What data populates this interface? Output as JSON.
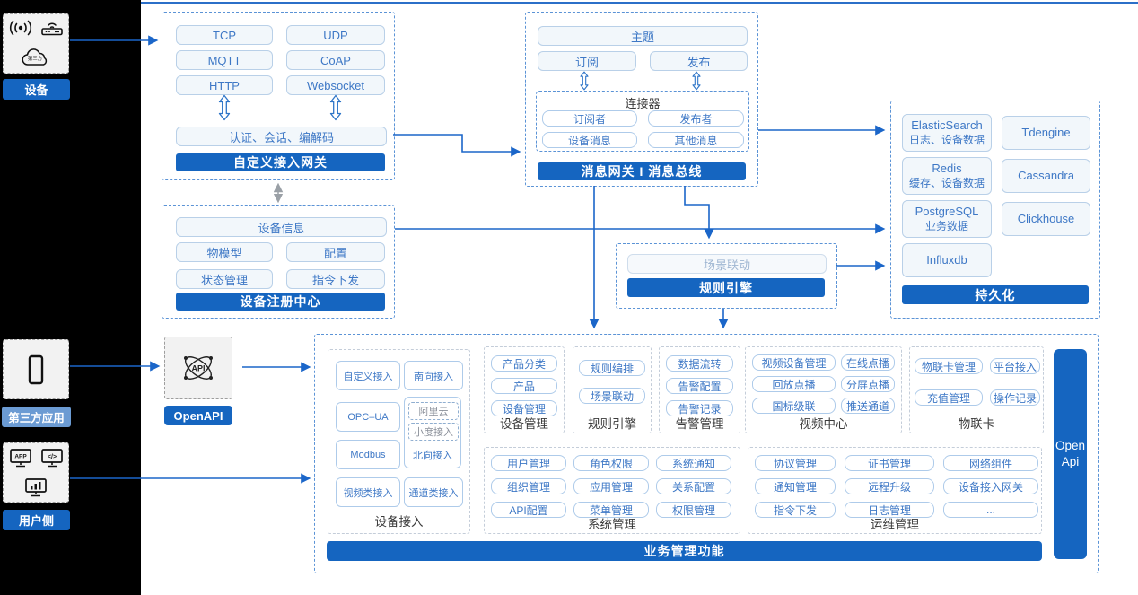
{
  "colors": {
    "bar_blue": "#1565C0",
    "light_pill_blue": "#6B9BD3",
    "arrow_blue": "#1B66C9",
    "dashed_border_blue": "#5B93D6",
    "chip_text_blue": "#3E78C6"
  },
  "left_rail": {
    "device": {
      "label": "设备",
      "cloud_text": "第三方",
      "icons": [
        "signal-icon",
        "router-icon",
        "cloud-icon"
      ]
    },
    "third_party": {
      "label": "第三方应用",
      "icons": [
        "phone-icon"
      ]
    },
    "user_side": {
      "label": "用户侧",
      "icons": [
        "app-window-icon",
        "code-window-icon",
        "chart-window-icon"
      ]
    },
    "openapi": {
      "label": "OpenAPI",
      "icons": [
        "api-network-icon"
      ]
    }
  },
  "gateway_block": {
    "protocols": [
      "TCP",
      "UDP",
      "MQTT",
      "CoAP",
      "HTTP",
      "Websocket"
    ],
    "auth": "认证、会话、编解码",
    "title": "自定义接入网关"
  },
  "message_block": {
    "topic": "主题",
    "subscribe": "订阅",
    "publish": "发布",
    "connector_title": "连接器",
    "connector_items": [
      "订阅者",
      "发布者",
      "设备消息",
      "其他消息"
    ],
    "title": "消息网关 I 消息总线"
  },
  "registry_block": {
    "info": "设备信息",
    "items": [
      "物模型",
      "配置",
      "状态管理",
      "指令下发"
    ],
    "title": "设备注册中心"
  },
  "rule_block": {
    "scene": "场景联动",
    "title": "规则引擎"
  },
  "persistence": {
    "title": "持久化",
    "items": [
      {
        "name": "ElasticSearch",
        "desc": "日志、设备数据"
      },
      {
        "name": "Tdengine",
        "desc": ""
      },
      {
        "name": "Redis",
        "desc": "缓存、设备数据"
      },
      {
        "name": "Cassandra",
        "desc": ""
      },
      {
        "name": "PostgreSQL",
        "desc": "业务数据"
      },
      {
        "name": "Clickhouse",
        "desc": ""
      },
      {
        "name": "Influxdb",
        "desc": ""
      }
    ]
  },
  "business": {
    "footer": "业务管理功能",
    "open_api": "Open Api",
    "device_access": {
      "label": "设备接入",
      "col1": [
        "自定义接入",
        "OPC–UA",
        "Modbus",
        "视频类接入"
      ],
      "south": "南向接入",
      "north_dashed": [
        "阿里云",
        "小度接入"
      ],
      "north_label": "北向接入",
      "channel": "通道类接入"
    },
    "device_mgmt": {
      "label": "设备管理",
      "items": [
        "产品分类",
        "产品",
        "设备管理"
      ]
    },
    "rule_engine": {
      "label": "规则引擎",
      "items": [
        "规则编排",
        "场景联动"
      ]
    },
    "alarm_mgmt": {
      "label": "告警管理",
      "items": [
        "数据流转",
        "告警配置",
        "告警记录"
      ]
    },
    "video_center": {
      "label": "视频中心",
      "items": [
        "视频设备管理",
        "在线点播",
        "回放点播",
        "分屏点播",
        "国标级联",
        "推送通道"
      ]
    },
    "iot_card": {
      "label": "物联卡",
      "items": [
        "物联卡管理",
        "平台接入",
        "充值管理",
        "操作记录"
      ]
    },
    "system_mgmt": {
      "label": "系统管理",
      "items": [
        "用户管理",
        "角色权限",
        "系统通知",
        "组织管理",
        "应用管理",
        "关系配置",
        "API配置",
        "菜单管理",
        "权限管理"
      ]
    },
    "ops_mgmt": {
      "label": "运维管理",
      "items": [
        "协议管理",
        "证书管理",
        "网络组件",
        "通知管理",
        "远程升级",
        "设备接入网关",
        "指令下发",
        "日志管理",
        "..."
      ]
    }
  }
}
